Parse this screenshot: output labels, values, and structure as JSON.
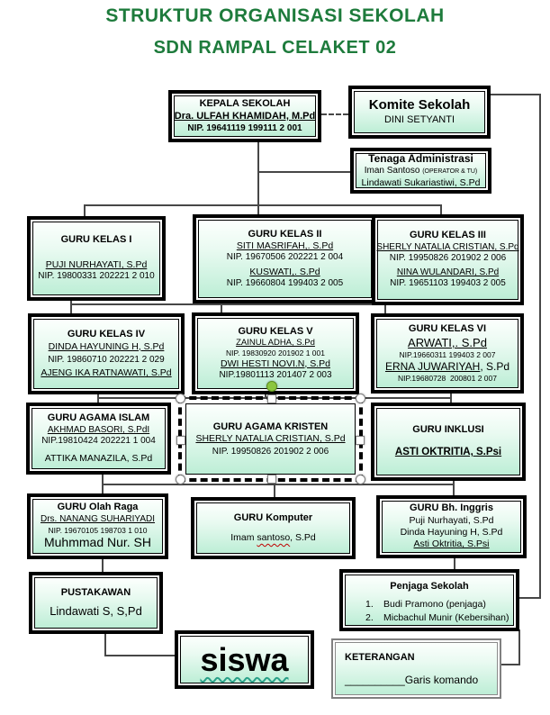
{
  "page": {
    "title_line1": "STRUKTUR ORGANISASI SEKOLAH",
    "title_line2": "SDN RAMPAL CELAKET 02",
    "title_color": "#1e7b3c",
    "box_fill_top": "#fcfffd",
    "box_fill_bottom": "#bdeed6",
    "connector_color": "#474747",
    "rotation_handle_color": "#8cc63f"
  },
  "boxes": {
    "kepala": {
      "lines": [
        "KEPALA SEKOLAH",
        "Dra. ULFAH KHAMIDAH, M.Pd",
        "NIP. 19641119 199111 2 001"
      ]
    },
    "komite": {
      "lines": [
        "Komite Sekolah",
        "DINI SETYANTI"
      ]
    },
    "tenaga": {
      "title": "Tenaga Administrasi",
      "staff1_name": "Iman Santoso ",
      "staff1_role": "(OPERATOR & TU)",
      "staff2": "Lindawati Sukariastiwi, S.Pd"
    },
    "kelas1": {
      "lines": [
        "GURU KELAS I",
        "PUJI NURHAYATI, S.Pd",
        "NIP. 19800331 202221 2 010"
      ]
    },
    "kelas2": {
      "lines": [
        "GURU KELAS II",
        "SITI MASRIFAH,. S.Pd",
        "NIP. 19670506 202221 2 004",
        "KUSWATI,. S.Pd",
        "NIP. 19660804 199403 2 005"
      ]
    },
    "kelas3": {
      "lines": [
        "GURU KELAS III",
        "SHERLY NATALIA CRISTIAN, S.Pd",
        "NIP. 19950826 201902 2 006",
        "NINA WULANDARI, S.Pd",
        "NIP. 19651103 199403 2 005"
      ]
    },
    "kelas4": {
      "lines": [
        "GURU KELAS IV",
        "DINDA HAYUNING H, S.Pd",
        "NIP. 19860710 202221 2 029",
        "AJENG IKA RATNAWATI, S.Pd"
      ]
    },
    "kelas5": {
      "lines": [
        "GURU KELAS V",
        "ZAINUL ADHA, S.Pd",
        "NIP. 19830920 201902 1 001",
        "DWI HESTI NOVI.N, S.Pd",
        "NIP.19801113 201407 2 003"
      ]
    },
    "kelas6": {
      "lines": [
        "GURU KELAS VI",
        "ARWATI,. S.Pd",
        "NIP.19660311 199403 2 007"
      ],
      "name2": "ERNA JUWARIYAH",
      "name2_suffix": ", S.Pd",
      "nip2": "NIP.19680728  200801 2 007"
    },
    "agama_islam": {
      "lines": [
        "GURU AGAMA ISLAM",
        "AKHMAD BASORI, S.PdI",
        "NIP.19810424 202221 1 004",
        "ATTIKA MANAZILA, S.Pd"
      ]
    },
    "agama_kristen": {
      "lines": [
        "GURU AGAMA KRISTEN",
        "SHERLY NATALIA CRISTIAN, S.Pd",
        "NIP. 19950826 201902 2 006"
      ]
    },
    "inklusi": {
      "lines": [
        "GURU INKLUSI",
        "ASTI OKTRITIA, S.Psi"
      ]
    },
    "olahraga": {
      "lines": [
        "GURU Olah Raga",
        "Drs. NANANG SUHARIYADI",
        "NIP. 19670105 198703 1 010",
        "Muhmmad Nur. SH"
      ]
    },
    "komputer": {
      "title": "GURU Komputer",
      "name_pre": "Imam ",
      "name_misspelled": "santoso",
      "name_post": ", S.Pd"
    },
    "inggris": {
      "lines": [
        "GURU Bh. Inggris",
        "Puji Nurhayati, S.Pd",
        "Dinda Hayuning H, S.Pd",
        "Asti Oktritia, S.Psi"
      ]
    },
    "pustakawan": {
      "lines": [
        "PUSTAKAWAN",
        "Lindawati S, S,Pd"
      ]
    },
    "penjaga": {
      "title": "Penjaga Sekolah",
      "items": [
        {
          "num": "1.",
          "text": "Budi Pramono (penjaga)"
        },
        {
          "num": "2.",
          "text": "Micbachul Munir (Kebersihan)"
        }
      ]
    },
    "siswa": {
      "label": "siswa"
    },
    "keterangan": {
      "title": "KETERANGAN",
      "sample": "__________",
      "label": "Garis komando"
    }
  }
}
